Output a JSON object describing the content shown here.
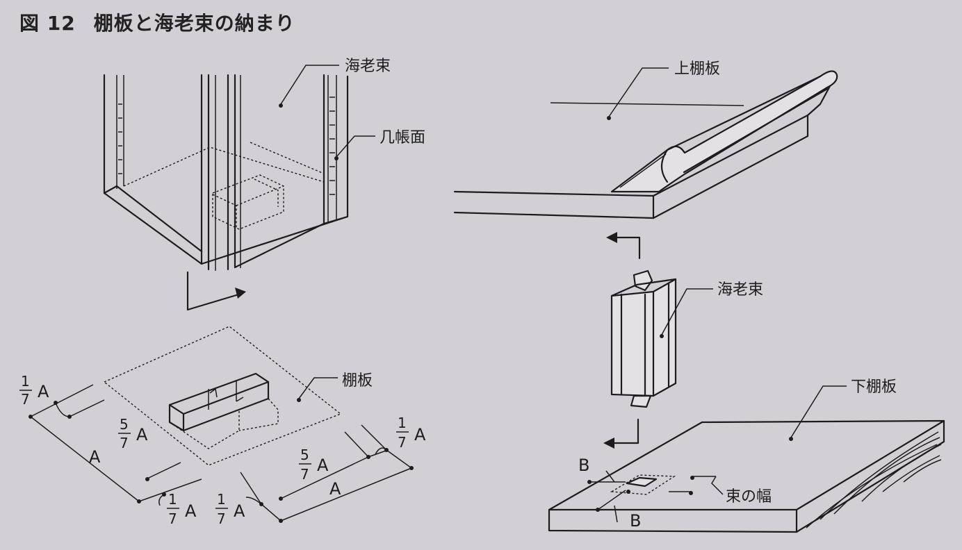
{
  "title": {
    "number": "図 12",
    "text": "棚板と海老束の納まり"
  },
  "labels": {
    "ebizuka_top": "海老束",
    "kichomen": "几帳面",
    "tanaita": "棚板",
    "ue_tanaita": "上棚板",
    "ebizuka_right": "海老束",
    "shita_tanaita": "下棚板",
    "tsuka_haba": "束の幅",
    "B_top": "B",
    "B_bottom": "B"
  },
  "dims": {
    "fraction_num_1": "1",
    "fraction_num_5": "5",
    "fraction_den": "7",
    "A": "A"
  },
  "colors": {
    "background": "#d3cfd6",
    "ink": "#1c1c1c"
  }
}
